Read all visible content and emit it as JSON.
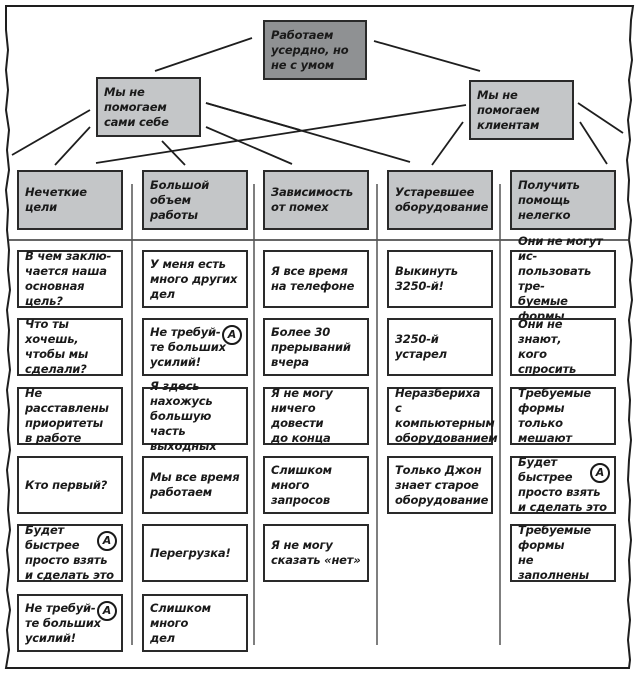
{
  "root": {
    "label": "Работаем\nусердно, но\nне с умом"
  },
  "branches": [
    {
      "label": "Мы не помогаем\nсами себе"
    },
    {
      "label": "Мы не помогаем\nклиентам"
    }
  ],
  "badge_label": "А",
  "columns": [
    {
      "header": "Нечеткие цели",
      "cards": [
        {
          "text": "В чем заклю-\nчается наша\nосновная цель?",
          "badge": false
        },
        {
          "text": "Что ты хочешь,\nчтобы мы\nсделали?",
          "badge": false
        },
        {
          "text": "Не расставлены\nприоритеты\nв работе",
          "badge": false
        },
        {
          "text": "Кто первый?",
          "badge": false
        },
        {
          "text": "Будет\nбыстрее\nпросто взять\nи сделать это",
          "badge": true
        },
        {
          "text": "Не требуй-\nте больших\nусилий!",
          "badge": true
        }
      ]
    },
    {
      "header": "Большой объем\nработы",
      "cards": [
        {
          "text": "У меня есть\nмного других\nдел",
          "badge": false
        },
        {
          "text": "Не требуй-\nте больших\nусилий!",
          "badge": true
        },
        {
          "text": "Я здесь нахожусь\nбольшую часть\nвыходных",
          "badge": false
        },
        {
          "text": "Мы все время\nработаем",
          "badge": false
        },
        {
          "text": "Перегрузка!",
          "badge": false
        },
        {
          "text": "Слишком много\nдел",
          "badge": false
        }
      ]
    },
    {
      "header": "Зависимость\nот помех",
      "cards": [
        {
          "text": "Я все время\nна телефоне",
          "badge": false
        },
        {
          "text": "Более 30\nпрерываний\nвчера",
          "badge": false
        },
        {
          "text": "Я не могу\nничего довести\nдо конца",
          "badge": false
        },
        {
          "text": "Слишком много\nзапросов",
          "badge": false
        },
        {
          "text": "Я не могу\nсказать «нет»",
          "badge": false
        }
      ]
    },
    {
      "header": "Устаревшее\nоборудование",
      "cards": [
        {
          "text": "Выкинуть\n3250-й!",
          "badge": false
        },
        {
          "text": "3250-й устарел",
          "badge": false
        },
        {
          "text": "Неразбериха\nс компьютерным\nоборудованием",
          "badge": false
        },
        {
          "text": "Только Джон\nзнает старое\nоборудование",
          "badge": false
        }
      ]
    },
    {
      "header": "Получить\nпомощь нелегко",
      "cards": [
        {
          "text": "Они не могут ис-\nпользовать тре-\nбуемые формы",
          "badge": false
        },
        {
          "text": "Они не знают,\nкого спросить",
          "badge": false
        },
        {
          "text": "Требуемые\nформы только\nмешают",
          "badge": false
        },
        {
          "text": "Будет\nбыстрее\nпросто взять\nи сделать это",
          "badge": true
        },
        {
          "text": "Требуемые\nформы\nне заполнены",
          "badge": false
        }
      ]
    }
  ]
}
